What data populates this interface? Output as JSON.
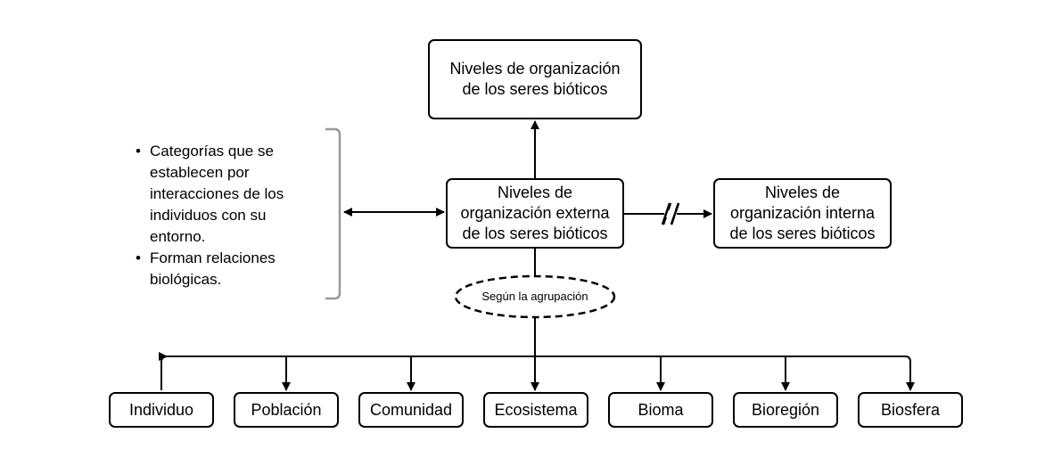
{
  "root": {
    "line1": "Niveles de organización",
    "line2": "de los seres bióticos"
  },
  "external": {
    "line1": "Niveles de",
    "line2": "organización externa",
    "line3": "de los seres bióticos"
  },
  "internal": {
    "line1": "Niveles de",
    "line2": "organización interna",
    "line3": "de los seres bióticos"
  },
  "criterion": "Según la agrupación",
  "notes": [
    "Categorías que se establecen por interacciones de los individuos con su entorno.",
    "Forman relaciones biológicas."
  ],
  "levels": [
    "Individuo",
    "Población",
    "Comunidad",
    "Ecosistema",
    "Bioma",
    "Bioregión",
    "Biosfera"
  ]
}
